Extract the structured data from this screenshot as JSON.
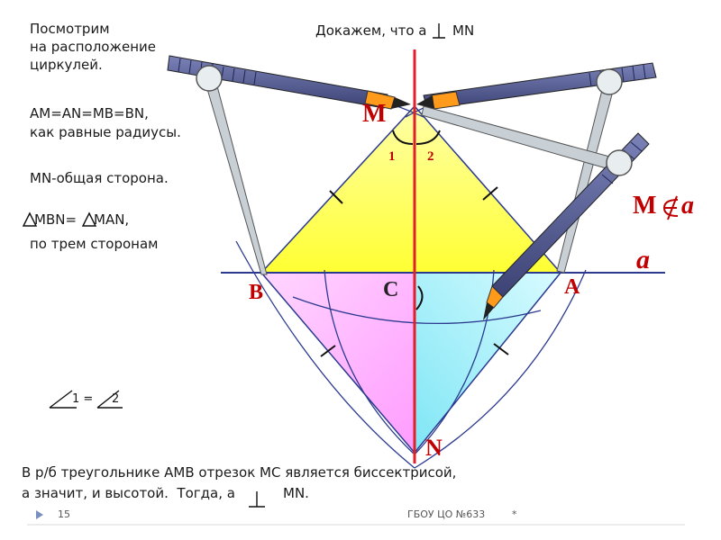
{
  "left_text": {
    "line1": "Посмотрим",
    "line2": "на расположение",
    "line3": "циркулей.",
    "line4": "AM=AN=MB=BN,",
    "line5": "как равные радиусы.",
    "line6": "MN-общая сторона.",
    "tri_eq": "MBN=",
    "tri_eq2": "MAN,",
    "line8": "по трем сторонам"
  },
  "angle_eq": "1 =",
  "angle_eq_num2": "2",
  "top_title": "Докажем, что a",
  "top_title_tail": "MN",
  "labels": {
    "M": "M",
    "N": "N",
    "A": "A",
    "B": "B",
    "C": "C",
    "angle1": "1",
    "angle2": "2",
    "line_a": "a",
    "not_in_M": "M",
    "not_in_a": "a"
  },
  "bottom_text": {
    "line1": "В р/б треугольнике АМВ отрезок МС является биссектрисой,",
    "line2": "а значит, и высотой.  Тогда, a",
    "line2_tail": "MN."
  },
  "footer": {
    "page_num": "15",
    "school": "ГБОУ ЦО №633",
    "star": "*"
  },
  "colors": {
    "triangle_fill": "#ffff66",
    "left_region": "#ffb3ff",
    "right_region": "#aef0f8",
    "red_line": "#e0202a",
    "blue_line": "#2b3a8f",
    "label_red": "#c00000"
  }
}
